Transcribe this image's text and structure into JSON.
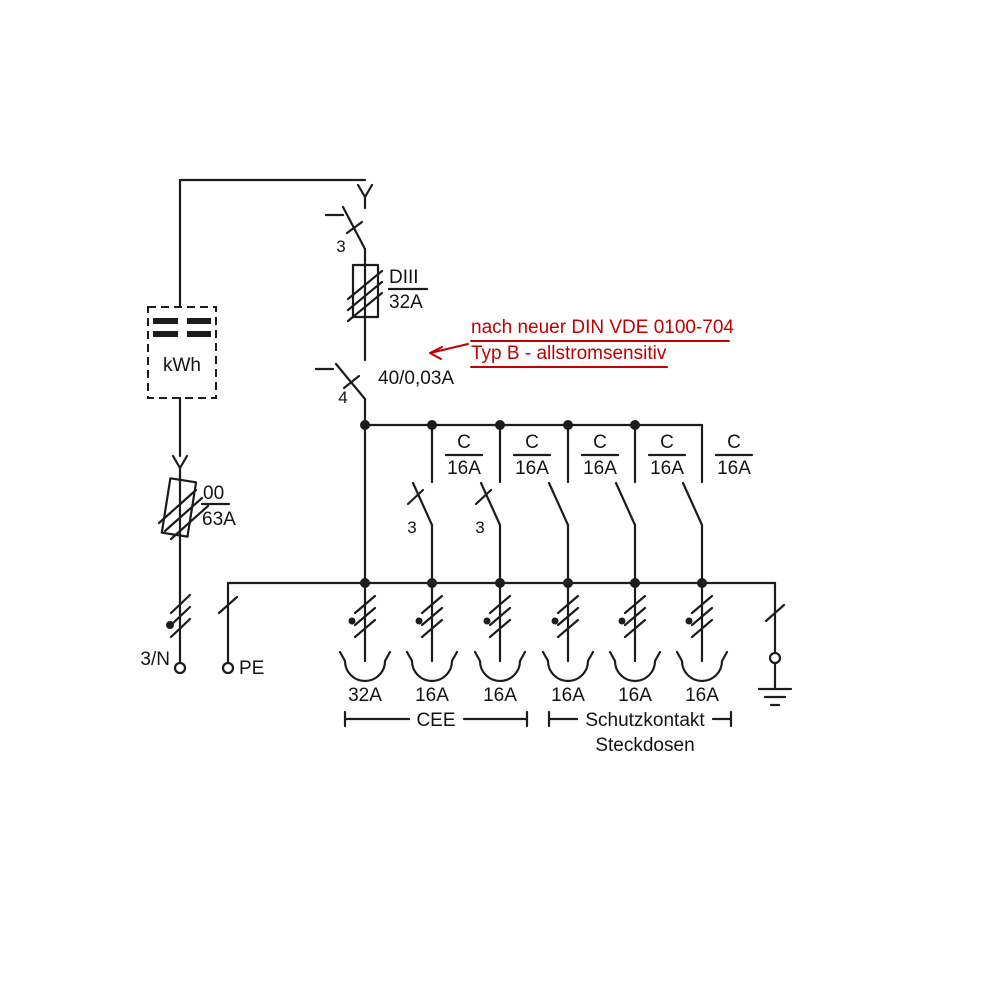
{
  "colors": {
    "line": "#1c1c1c",
    "annotation": "#c00000",
    "background": "#ffffff"
  },
  "meter": {
    "label": "kWh"
  },
  "supply": {
    "label": "3/N"
  },
  "pe_terminal": {
    "label": "PE"
  },
  "main_fuse": {
    "size": "00",
    "rating": "63A"
  },
  "main_switch": {
    "poles": "3"
  },
  "distribution_fuse": {
    "size": "DIII",
    "rating": "32A"
  },
  "rcd": {
    "poles": "4",
    "rating": "40/0,03A"
  },
  "annotation": {
    "line1": "nach neuer DIN VDE 0100-704",
    "line2": "Typ B - allstromsensitiv"
  },
  "breakers": [
    {
      "curve": "C",
      "rating": "16A",
      "poles": "3"
    },
    {
      "curve": "C",
      "rating": "16A",
      "poles": "3"
    },
    {
      "curve": "C",
      "rating": "16A"
    },
    {
      "curve": "C",
      "rating": "16A"
    },
    {
      "curve": "C",
      "rating": "16A"
    }
  ],
  "sockets": [
    {
      "rating": "32A"
    },
    {
      "rating": "16A"
    },
    {
      "rating": "16A"
    },
    {
      "rating": "16A"
    },
    {
      "rating": "16A"
    },
    {
      "rating": "16A"
    }
  ],
  "groups": {
    "cee": {
      "label": "CEE"
    },
    "schuko": {
      "label_line1": "Schutzkontakt",
      "label_line2": "Steckdosen"
    }
  }
}
